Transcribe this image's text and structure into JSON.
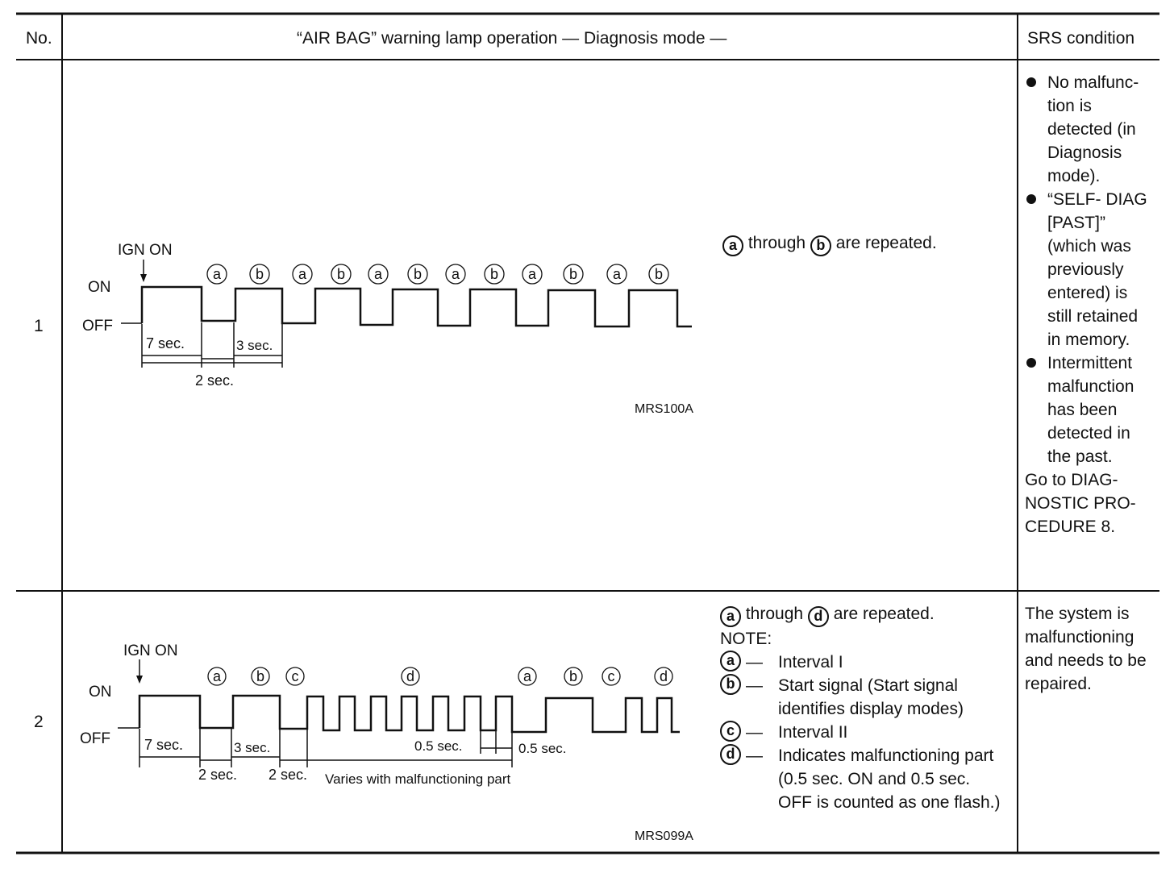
{
  "header": {
    "no": "No.",
    "operation": "“AIR BAG” warning lamp operation — Diagnosis mode —",
    "srs": "SRS condition"
  },
  "rows": [
    {
      "no": "1",
      "diagram": {
        "ign_on": "IGN ON",
        "on": "ON",
        "off": "OFF",
        "pulse_labels": [
          "a",
          "b",
          "a",
          "b",
          "a",
          "b",
          "a",
          "b",
          "a",
          "b",
          "a",
          "b"
        ],
        "t7": "7 sec.",
        "t3": "3 sec.",
        "t2": "2 sec.",
        "code": "MRS100A"
      },
      "note": {
        "key1": "a",
        "through": "through",
        "key2": "b",
        "are_repeated": "are repeated."
      },
      "srs": {
        "bullets": [
          "No malfunc- tion is detected (in Diagnosis mode).",
          "“SELF- DIAG [PAST]” (which was previously entered) is still retained in memory.",
          "Intermittent malfunction has been detected in the past."
        ],
        "goto": "Go to DIAG- NOSTIC PRO- CEDURE 8."
      }
    },
    {
      "no": "2",
      "diagram": {
        "ign_on": "IGN ON",
        "on": "ON",
        "off": "OFF",
        "pulse_labels": [
          "a",
          "b",
          "c",
          "d",
          "a",
          "b",
          "c",
          "d"
        ],
        "t7": "7 sec.",
        "t3": "3 sec.",
        "t2a": "2 sec.",
        "t2b": "2 sec.",
        "varies": "Varies with malfunctioning part",
        "t05a": "0.5 sec.",
        "t05b": "0.5 sec.",
        "code": "MRS099A"
      },
      "note": {
        "key1": "a",
        "through": "through",
        "key2": "d",
        "are_repeated": "are repeated.",
        "note_label": "NOTE:",
        "legend": [
          {
            "key": "a",
            "text": "Interval I"
          },
          {
            "key": "b",
            "text": "Start signal (Start signal identifies display modes)"
          },
          {
            "key": "c",
            "text": "Interval II"
          },
          {
            "key": "d",
            "text": "Indicates malfunctioning part (0.5 sec. ON and 0.5 sec. OFF is counted as one flash.)"
          }
        ]
      },
      "srs": {
        "text": "The system is malfunctioning and needs to be repaired."
      }
    }
  ]
}
